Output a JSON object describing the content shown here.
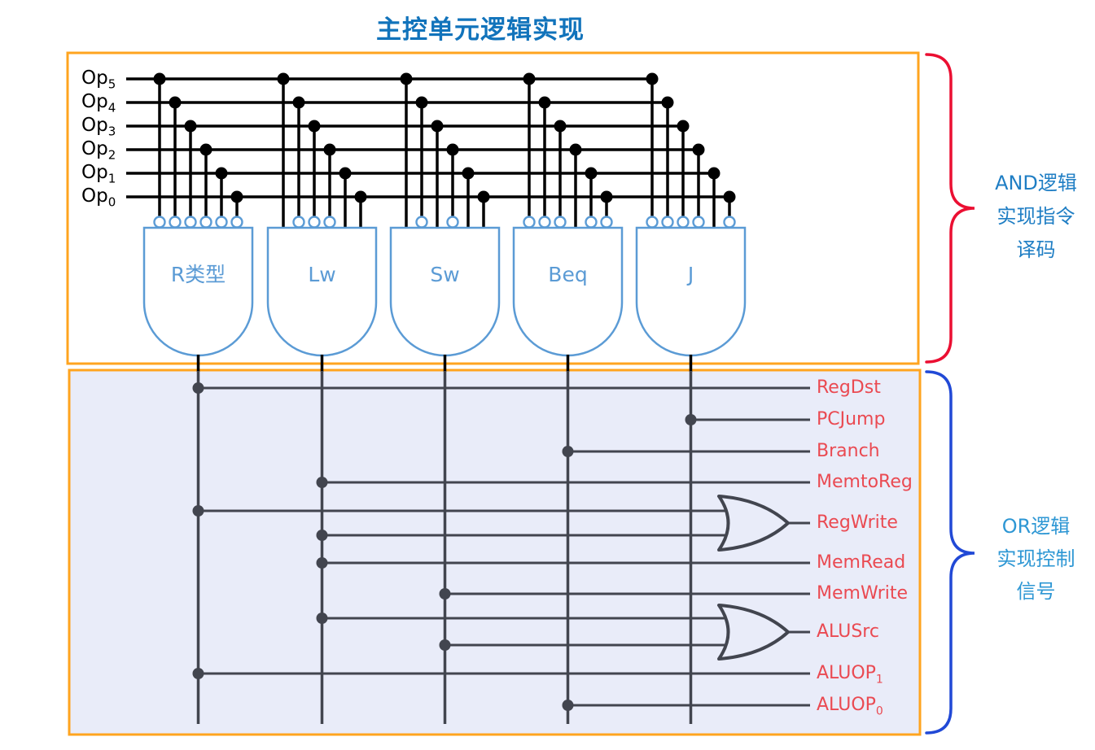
{
  "title": "主控单元逻辑实现",
  "and_section": {
    "annotation": [
      "AND逻辑",
      "实现指令",
      "译码"
    ],
    "op_inputs": [
      {
        "base": "Op",
        "sub": "5"
      },
      {
        "base": "Op",
        "sub": "4"
      },
      {
        "base": "Op",
        "sub": "3"
      },
      {
        "base": "Op",
        "sub": "2"
      },
      {
        "base": "Op",
        "sub": "1"
      },
      {
        "base": "Op",
        "sub": "0"
      }
    ],
    "gates": [
      {
        "label": "R类型",
        "type": "AND",
        "inverted_inputs": [
          "Op5",
          "Op4",
          "Op3",
          "Op2",
          "Op1",
          "Op0"
        ]
      },
      {
        "label": "Lw",
        "type": "AND",
        "inverted_inputs": [
          "Op4",
          "Op3",
          "Op2"
        ]
      },
      {
        "label": "Sw",
        "type": "AND",
        "inverted_inputs": [
          "Op4",
          "Op2"
        ]
      },
      {
        "label": "Beq",
        "type": "AND",
        "inverted_inputs": [
          "Op5",
          "Op4",
          "Op3",
          "Op1",
          "Op0"
        ]
      },
      {
        "label": "J",
        "type": "AND",
        "inverted_inputs": [
          "Op5",
          "Op4",
          "Op3",
          "Op2",
          "Op0"
        ]
      }
    ]
  },
  "or_section": {
    "annotation": [
      "OR逻辑",
      "实现控制",
      "信号"
    ],
    "outputs": [
      {
        "base": "RegDst",
        "sub": "",
        "sources": [
          "R类型"
        ]
      },
      {
        "base": "PCJump",
        "sub": "",
        "sources": [
          "J"
        ]
      },
      {
        "base": "Branch",
        "sub": "",
        "sources": [
          "Beq"
        ]
      },
      {
        "base": "MemtoReg",
        "sub": "",
        "sources": [
          "Lw"
        ]
      },
      {
        "base": "RegWrite",
        "sub": "",
        "sources": [
          "R类型",
          "Lw"
        ],
        "via_or_gate": true
      },
      {
        "base": "MemRead",
        "sub": "",
        "sources": [
          "Lw"
        ]
      },
      {
        "base": "MemWrite",
        "sub": "",
        "sources": [
          "Sw"
        ]
      },
      {
        "base": "ALUSrc",
        "sub": "",
        "sources": [
          "Lw",
          "Sw"
        ],
        "via_or_gate": true
      },
      {
        "base": "ALUOP",
        "sub": "1",
        "sources": [
          "R类型"
        ]
      },
      {
        "base": "ALUOP",
        "sub": "0",
        "sources": [
          "Beq"
        ]
      }
    ]
  },
  "colors": {
    "title": "#1173BB",
    "gate_blue": "#5B9BD5",
    "box_border_orange": "#FFA41F",
    "or_box_fill": "#E9ECF9",
    "wire_black": "#000000",
    "wire_dark": "#42454F",
    "output_label_red": "#EA4A52",
    "and_brace_red": "#EB0F32",
    "or_brace_blue": "#2149D6",
    "and_annotation_blue": "#1F7EC4",
    "or_annotation_blue": "#2E97D4"
  }
}
